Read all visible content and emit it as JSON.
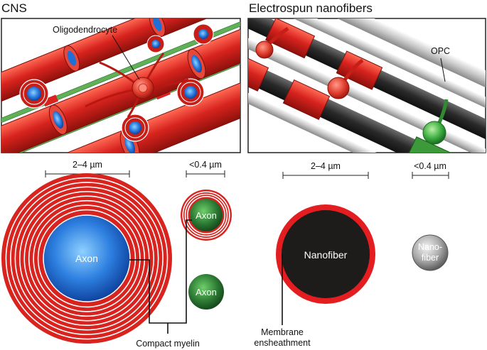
{
  "panels": {
    "cns": {
      "title": "CNS",
      "callout": "Oligodendrocyte",
      "scale_large": "2–4 µm",
      "scale_small": "<0.4 µm",
      "axon_large": "Axon",
      "axon_small_myelinated": "Axon",
      "axon_small_bare": "Axon",
      "myelin_label": "Compact myelin"
    },
    "nanofibers": {
      "title": "Electrospun nanofibers",
      "callout": "OPC",
      "scale_large": "2–4 µm",
      "scale_small": "<0.4 µm",
      "fiber_large": "Nanofiber",
      "fiber_small_line1": "Nano-",
      "fiber_small_line2": "fiber",
      "membrane_label_line1": "Membrane",
      "membrane_label_line2": "ensheathment"
    }
  },
  "colors": {
    "myelin_red": "#d8231e",
    "myelin_dark": "#9c1410",
    "axon_blue": "#1f6fd6",
    "opc_green": "#2f9a3a",
    "axon_green": "#2d7a34",
    "nanofiber_black": "#1e1b1b",
    "nanofiber_grey": "#9a9a9a"
  }
}
